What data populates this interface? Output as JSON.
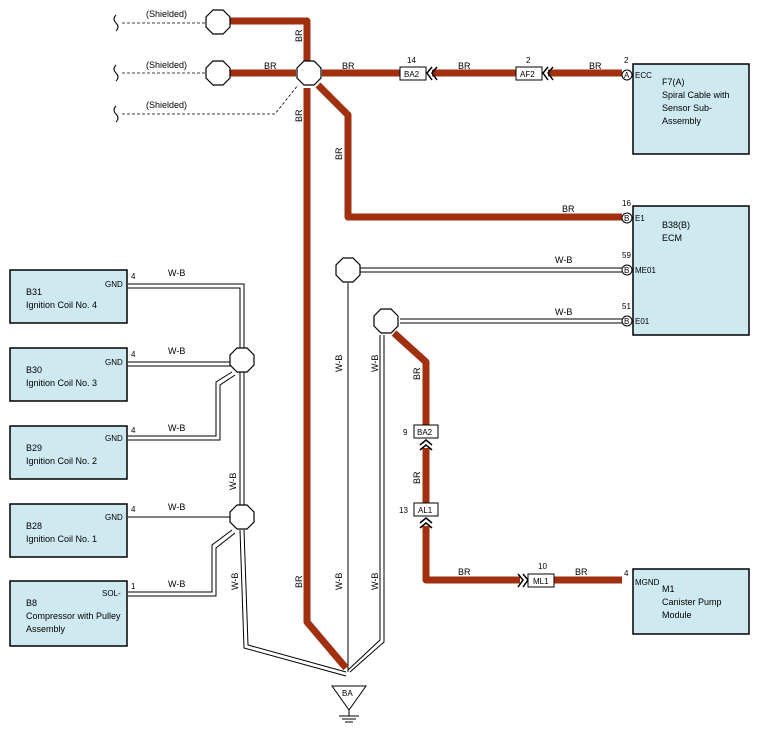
{
  "shield_label": "(Shielded)",
  "wire_br": "BR",
  "wire_wb": "W-B",
  "ground": "BA",
  "components": {
    "f7": {
      "id": "F7(A)",
      "line1": "Spiral Cable with",
      "line2": "Sensor Sub-",
      "line3": "Assembly",
      "pin_no": "2",
      "pin_letter": "A",
      "pin_name": "ECC"
    },
    "b38": {
      "id": "B38(B)",
      "name": "ECM",
      "pins": [
        {
          "no": "16",
          "letter": "B",
          "name": "E1"
        },
        {
          "no": "59",
          "letter": "B",
          "name": "ME01"
        },
        {
          "no": "51",
          "letter": "B",
          "name": "E01"
        }
      ]
    },
    "m1": {
      "id": "M1",
      "line1": "Canister Pump",
      "line2": "Module",
      "pin_no": "4",
      "pin_name": "MGND"
    },
    "coils": [
      {
        "id": "B31",
        "name": "Ignition Coil No. 4",
        "pin": "GND",
        "pin_no": "4"
      },
      {
        "id": "B30",
        "name": "Ignition Coil No. 3",
        "pin": "GND",
        "pin_no": "4"
      },
      {
        "id": "B29",
        "name": "Ignition Coil No. 2",
        "pin": "GND",
        "pin_no": "4"
      },
      {
        "id": "B28",
        "name": "Ignition Coil No. 1",
        "pin": "GND",
        "pin_no": "4"
      }
    ],
    "b8": {
      "id": "B8",
      "line1": "Compressor with Pulley",
      "line2": "Assembly",
      "pin": "SOL-",
      "pin_no": "1"
    }
  },
  "connectors": {
    "ba2_top": {
      "label": "BA2",
      "pin_no": "14"
    },
    "af2": {
      "label": "AF2",
      "pin_no": "2"
    },
    "ba2_mid": {
      "label": "BA2",
      "pin_no": "9"
    },
    "al1": {
      "label": "AL1",
      "pin_no": "13"
    },
    "ml1": {
      "label": "ML1",
      "pin_no": "10"
    }
  }
}
